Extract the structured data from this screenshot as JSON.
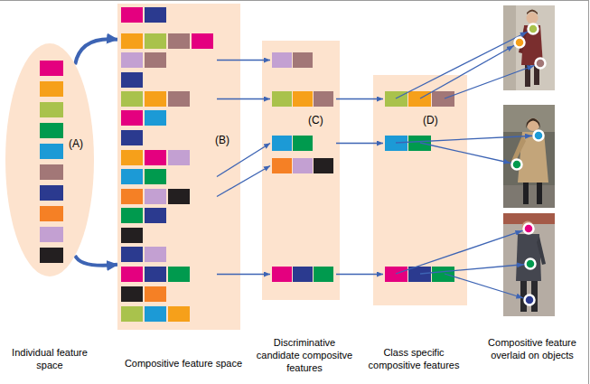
{
  "diagram": {
    "nodes": [
      {
        "text": [
          "(A)"
        ]
      },
      {
        "text": [
          "(B)"
        ]
      },
      {
        "text": [
          "(C)"
        ]
      },
      {
        "text": [
          "(D)"
        ]
      }
    ],
    "edges": [
      {
        "from": 0,
        "to": 1,
        "arrow": "to"
      },
      {
        "from": 0,
        "to": 1,
        "arrow": "to"
      }
    ],
    "labels": [
      "Individual feature space",
      "Compositive feature space",
      "Discriminative candidate compositve features",
      "Class specific compositive features",
      "Compositive feature overlaid on objects"
    ]
  }
}
